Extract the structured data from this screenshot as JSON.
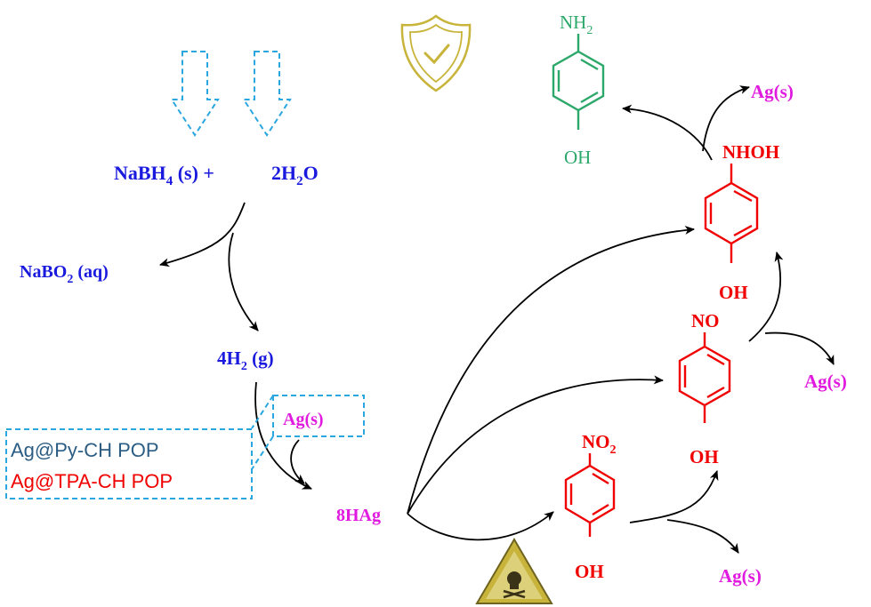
{
  "reaction": {
    "reactant_nabh4": "NaBH",
    "reactant_nabh4_sub": "4",
    "reactant_state": " (s) +",
    "water_prefix": "2H",
    "water_sub": "2",
    "water_suffix": "O",
    "nabo2_prefix": "NaBO",
    "nabo2_sub": "2",
    "nabo2_suffix": " (aq)",
    "h2_prefix": "4H",
    "h2_sub": "2",
    "h2_suffix": " (g)",
    "ag_surface": "Ag(s)",
    "hydride": "8HAg"
  },
  "catalysts": {
    "cat1": "Ag@Py-CH POP",
    "cat2": "Ag@TPA-CH POP"
  },
  "molecules": {
    "aminophenol_top": "NH",
    "aminophenol_top_sub": "2",
    "aminophenol_bottom": "OH",
    "hydroxylamine_top": "NHOH",
    "hydroxylamine_bottom": "OH",
    "nitroso_top": "NO",
    "nitroso_bottom": "OH",
    "nitrophenol_top": "NO",
    "nitrophenol_top_sub": "2",
    "nitrophenol_bottom": "OH"
  },
  "released": {
    "ag_top": "Ag(s)",
    "ag_right": "Ag(s)",
    "ag_bottom": "Ag(s)"
  },
  "icons": {
    "safe": "shield-check-icon",
    "toxic": "skull-warning-icon"
  },
  "colors": {
    "reagent": "#1a1adf",
    "silver": "#e01adf",
    "toxic_species": "#f00000",
    "product": "#2ca86a",
    "catalyst_box": "#2aa7e0",
    "icon_gold": "#c8b43a"
  }
}
